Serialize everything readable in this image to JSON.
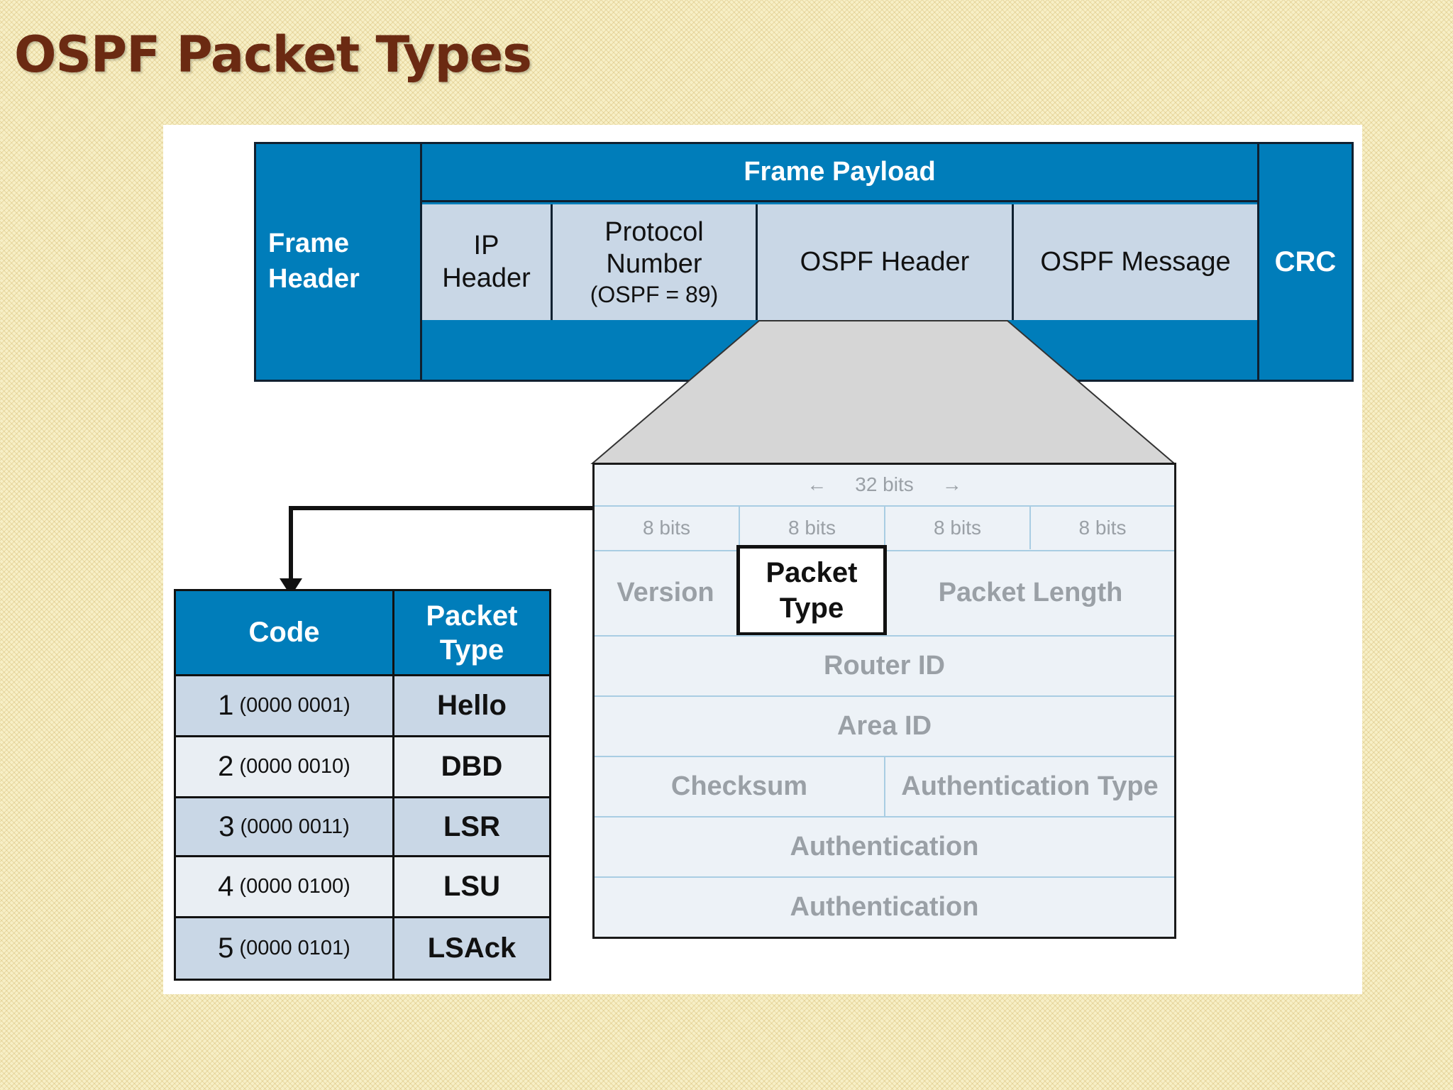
{
  "title": "OSPF Packet Types",
  "frame": {
    "frame_header": "Frame Header",
    "frame_payload": "Frame Payload",
    "ip_header": "IP Header",
    "protocol_number": "Protocol Number",
    "protocol_value": "(OSPF = 89)",
    "ospf_header": "OSPF Header",
    "ospf_message": "OSPF Message",
    "crc": "CRC"
  },
  "header": {
    "width_label": "32 bits",
    "field_widths": [
      "8 bits",
      "8 bits",
      "8 bits",
      "8 bits"
    ],
    "version": "Version",
    "packet_type": "Packet Type",
    "packet_length": "Packet Length",
    "router_id": "Router ID",
    "area_id": "Area ID",
    "checksum": "Checksum",
    "auth_type": "Authentication Type",
    "auth1": "Authentication",
    "auth2": "Authentication"
  },
  "code_table": {
    "col_code": "Code",
    "col_type": "Packet Type",
    "rows": [
      {
        "code": "1",
        "bin": "(0000 0001)",
        "type": "Hello"
      },
      {
        "code": "2",
        "bin": "(0000 0010)",
        "type": "DBD"
      },
      {
        "code": "3",
        "bin": "(0000 0011)",
        "type": "LSR"
      },
      {
        "code": "4",
        "bin": "(0000 0100)",
        "type": "LSU"
      },
      {
        "code": "5",
        "bin": "(0000 0101)",
        "type": "LSAck"
      }
    ]
  },
  "colors": {
    "accent_blue": "#007dba",
    "title_brown": "#6b2a12",
    "field_gray": "#c9d7e6"
  }
}
